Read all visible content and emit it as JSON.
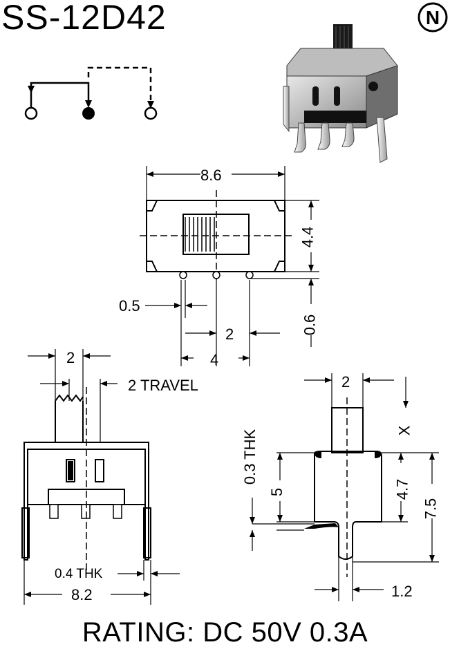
{
  "title": "SS-12D42",
  "rating": "RATING: DC 50V 0.3A",
  "logo_letter": "N",
  "top_view": {
    "width": "8.6",
    "height": "4.4",
    "pin_offset": "0.6",
    "pin_dia": "0.5",
    "pitch": "2",
    "pin_span": "4"
  },
  "front_view": {
    "actuator_width": "2",
    "travel": "2 TRAVEL",
    "lead_thickness": "0.4 THK",
    "body_width": "8.2"
  },
  "side_view": {
    "actuator_width": "2",
    "actuator_height": "X",
    "pin_thickness": "0.3 THK",
    "pin_length": "5",
    "body_height": "4.7",
    "total_height": "7.5",
    "pin_width": "1.2"
  }
}
